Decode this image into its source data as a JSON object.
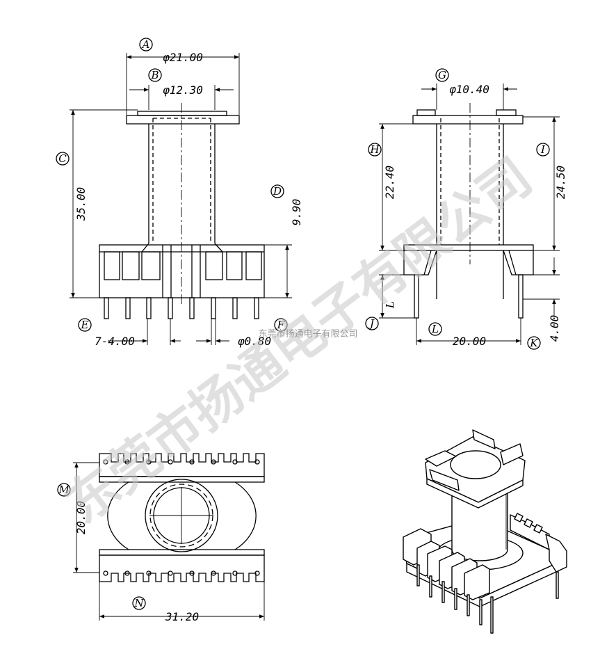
{
  "watermark": {
    "large_text": "东莞市扬通电子有限公司",
    "small_text": "东莞市扬通电子有限公司"
  },
  "front_view": {
    "label_A": "A",
    "dim_A": "φ21.00",
    "label_B": "B",
    "dim_B": "φ12.30",
    "label_C": "C",
    "dim_C": "35.00",
    "label_D": "D",
    "dim_D": "9.90",
    "label_E": "E",
    "dim_E": "7-4.00",
    "label_F": "F",
    "dim_F": "φ0.80"
  },
  "side_view": {
    "label_G": "G",
    "dim_G": "φ10.40",
    "label_H": "H",
    "dim_H": "22.40",
    "label_I": "I",
    "dim_I": "24.50",
    "label_J": "J",
    "label_L_dim": "L",
    "label_L": "L",
    "dim_L": "20.00",
    "label_K": "K",
    "dim_K": "4.00"
  },
  "top_view": {
    "label_M": "M",
    "dim_M": "20.00",
    "label_N": "N",
    "dim_N": "31.20"
  },
  "colors": {
    "line": "#000000",
    "watermark": "#c8c8c8"
  }
}
